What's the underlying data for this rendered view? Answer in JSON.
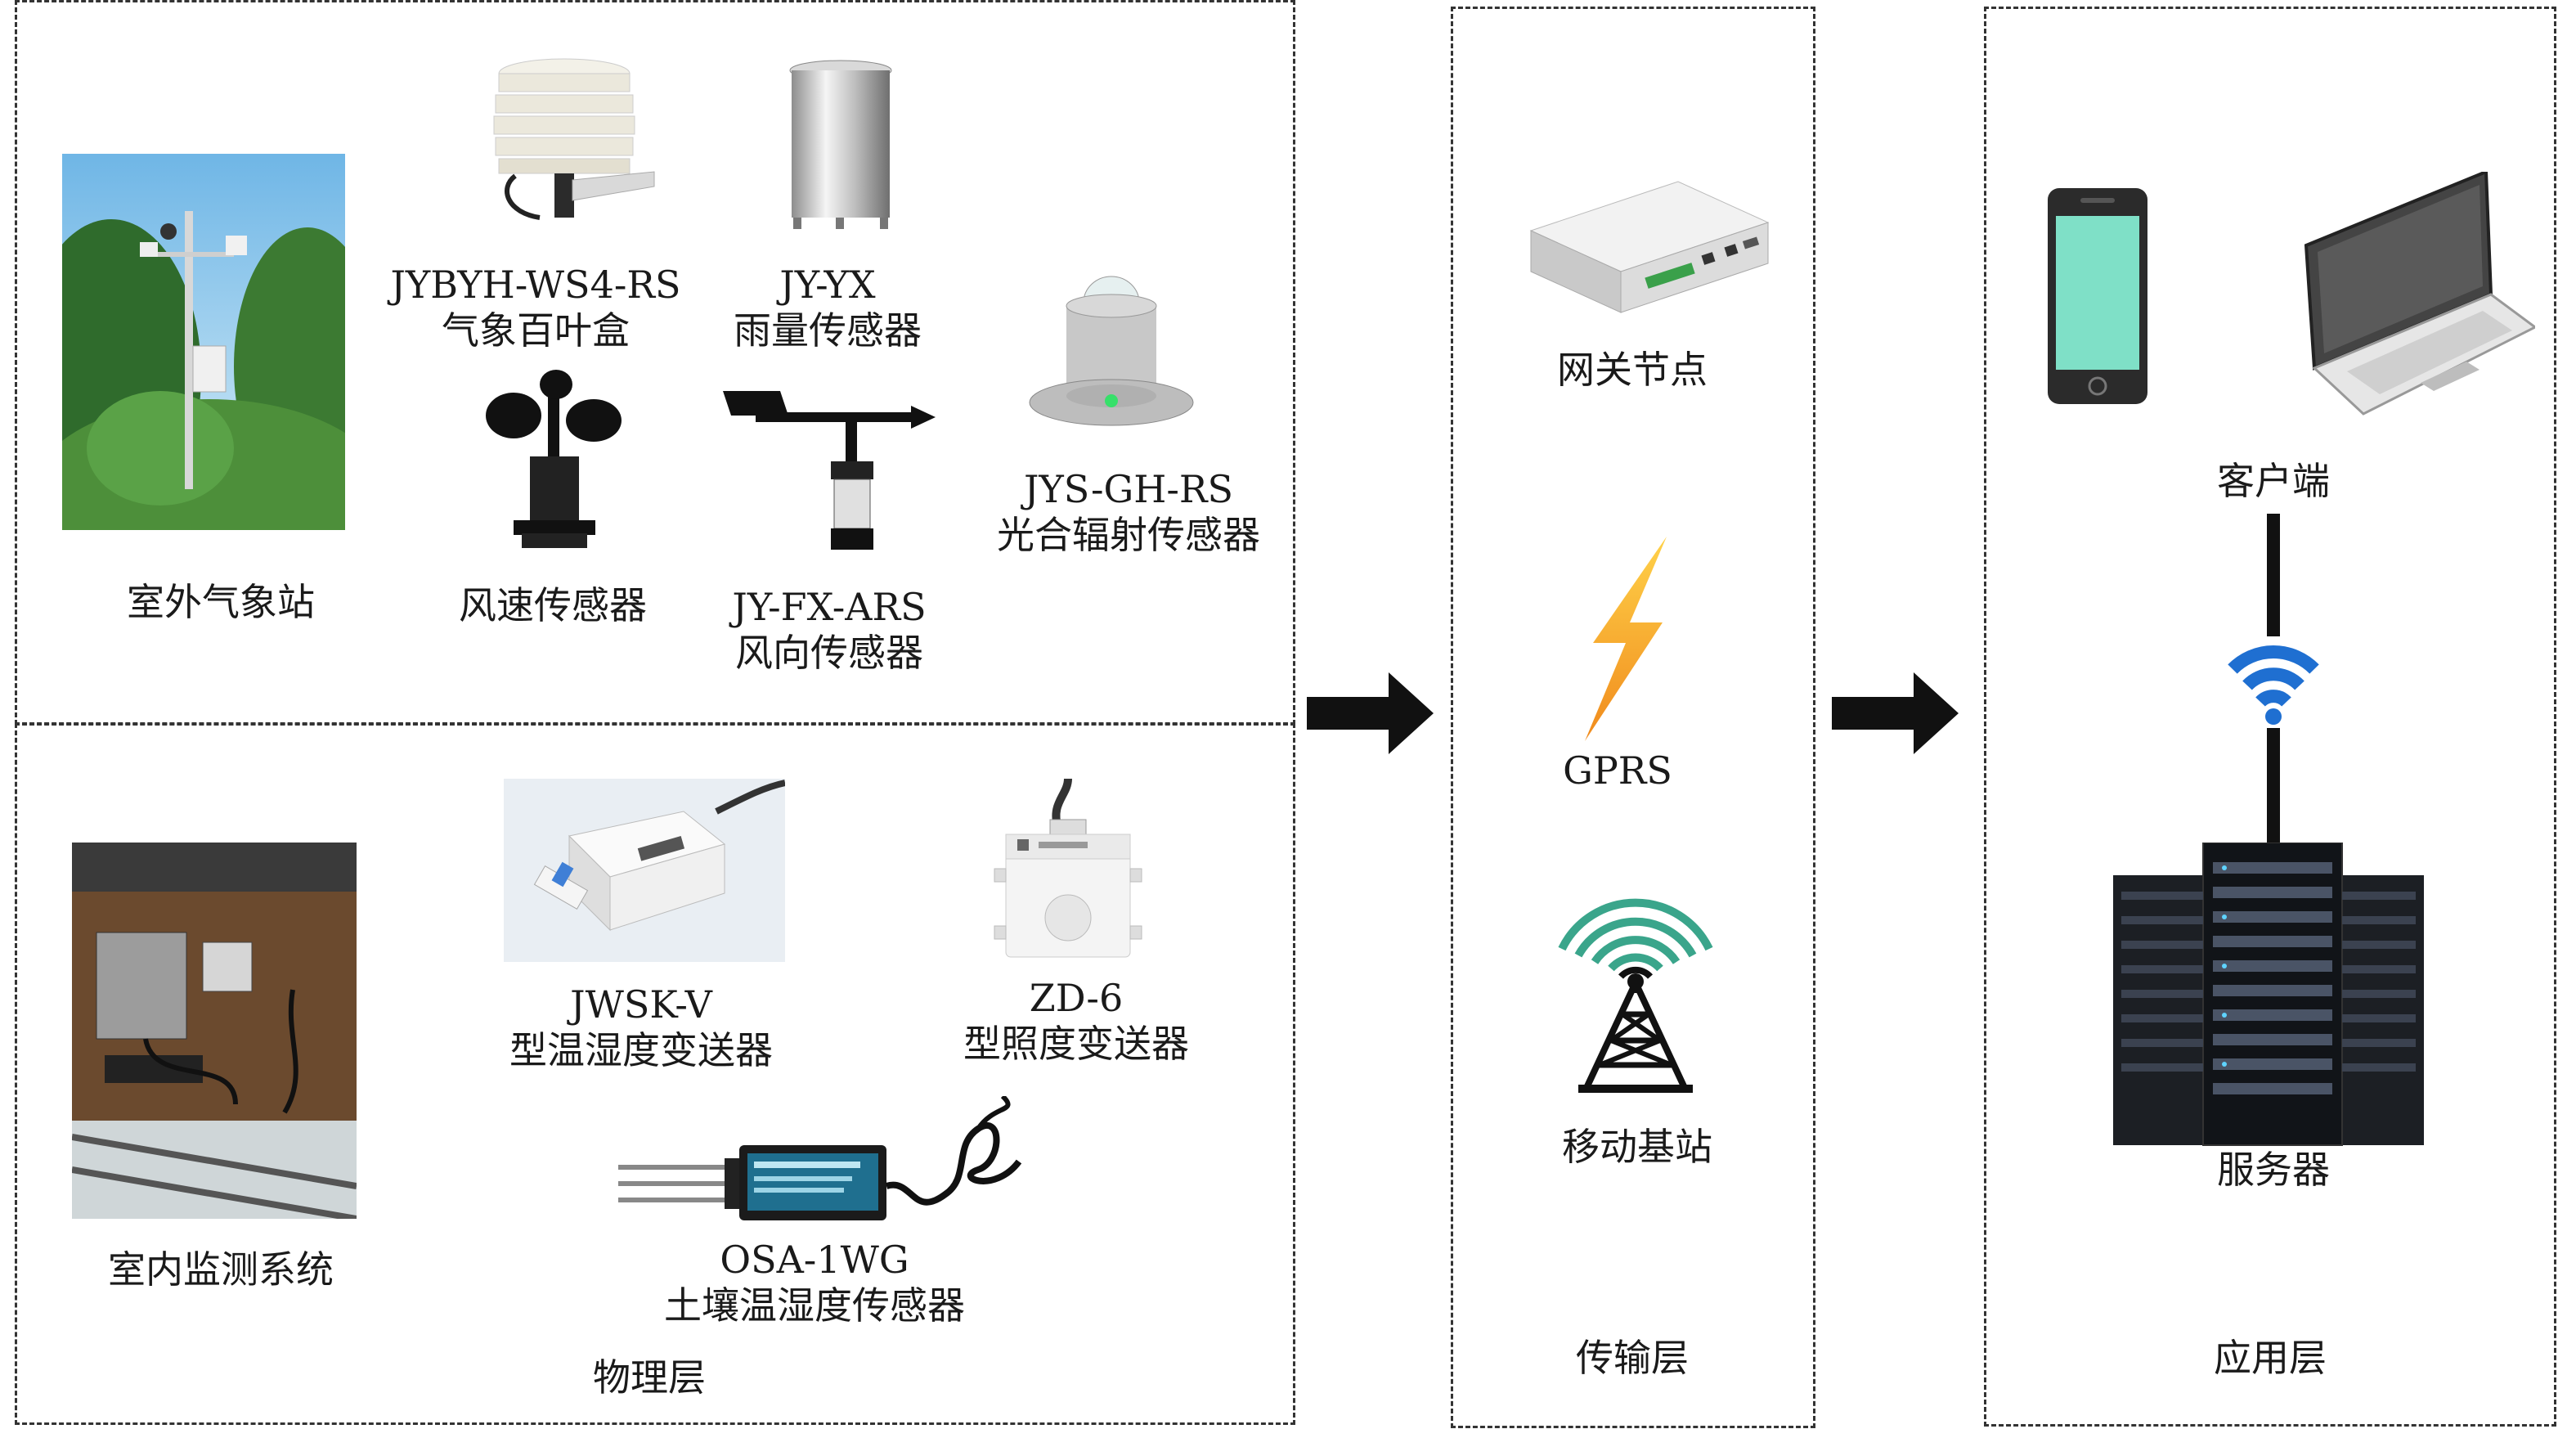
{
  "physical": {
    "layer_label": "物理层",
    "outdoor_station": "室外气象站",
    "shutter_box": {
      "model": "JYBYH-WS4-RS",
      "name": "气象百叶盒"
    },
    "rain_sensor": {
      "model": "JY-YX",
      "name": "雨量传感器"
    },
    "wind_speed": {
      "name": "风速传感器"
    },
    "wind_direction": {
      "model": "JY-FX-ARS",
      "name": "风向传感器"
    },
    "radiation": {
      "model": "JYS-GH-RS",
      "name": "光合辐射传感器"
    },
    "indoor_system": "室内监测系统",
    "temp_humidity": {
      "model": "JWSK-V",
      "name": "型温湿度变送器"
    },
    "illuminance": {
      "model": "ZD-6",
      "name": "型照度变送器"
    },
    "soil": {
      "model": "OSA-1WG",
      "name": "土壤温湿度传感器"
    }
  },
  "transport": {
    "layer_label": "传输层",
    "gateway": "网关节点",
    "gprs": "GPRS",
    "base_station": "移动基站"
  },
  "application": {
    "layer_label": "应用层",
    "client": "客户端",
    "server": "服务器"
  },
  "colors": {
    "border": "#333333",
    "arrow": "#111111",
    "lightning": "#f5a623",
    "signal_green": "#3aa58b",
    "wifi_blue": "#1f6fd1",
    "phone_screen": "#7fe0c7"
  }
}
